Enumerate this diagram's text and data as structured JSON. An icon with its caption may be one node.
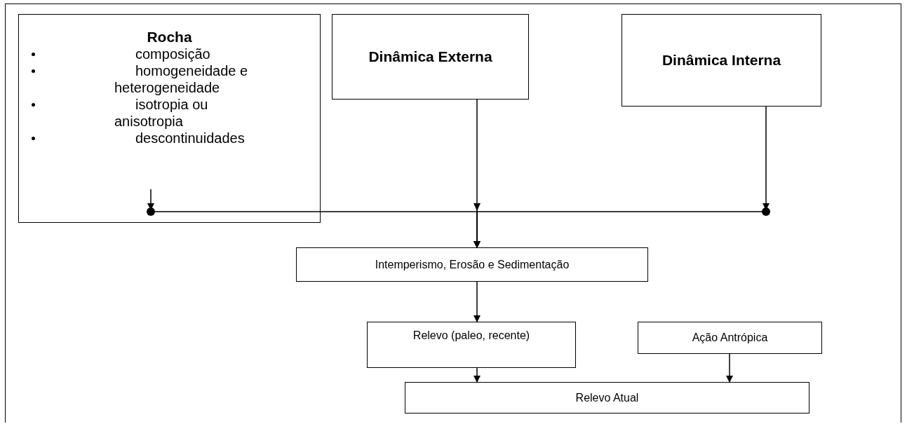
{
  "diagram": {
    "nodes": [
      {
        "text": [
          "Rocha",
          "composição",
          "homogeneidade e heterogeneidade",
          "isotropia ou anisotropia",
          "descontinuidades"
        ]
      },
      {
        "text": [
          "Dinâmica Externa"
        ]
      },
      {
        "text": [
          "Dinâmica Interna"
        ]
      },
      {
        "text": [
          "Intemperismo, Erosão e Sedimentação"
        ]
      },
      {
        "text": [
          "Relevo (paleo, recente)"
        ]
      },
      {
        "text": [
          "Ação Antrópica"
        ]
      },
      {
        "text": [
          "Relevo Atual"
        ]
      }
    ],
    "edges": [
      {
        "from": 0,
        "to": 3,
        "arrow": "to"
      },
      {
        "from": 1,
        "to": 3,
        "arrow": "to"
      },
      {
        "from": 2,
        "to": 3,
        "arrow": "to"
      },
      {
        "from": 3,
        "to": 4,
        "arrow": "to"
      },
      {
        "from": 4,
        "to": 6,
        "arrow": "to"
      },
      {
        "from": 5,
        "to": 6,
        "arrow": "to"
      }
    ]
  }
}
